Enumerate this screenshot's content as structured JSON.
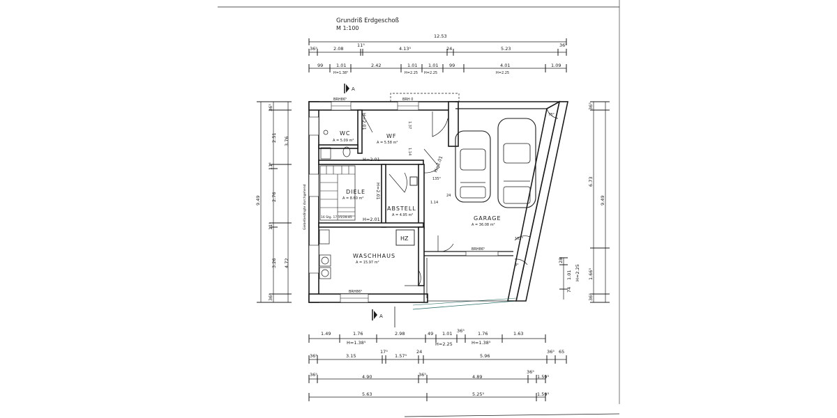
{
  "title": {
    "line1": "Grundriß Erdgeschoß",
    "line2": "M 1:100"
  },
  "rooms": {
    "wc": {
      "name": "WC",
      "area": "A = 5.09 m²"
    },
    "wf": {
      "name": "WF",
      "area": "A = 5.58 m²"
    },
    "diele": {
      "name": "DIELE",
      "area": "A = 8.60 m²"
    },
    "abstell": {
      "name": "ABSTELL",
      "area": "A = 4.95 m²"
    },
    "garage": {
      "name": "GARAGE",
      "area": "A = 36.08 m²"
    },
    "waschhaus": {
      "name": "WASCHHAUS",
      "area": "A = 15.97 m²"
    },
    "hz": {
      "name": "HZ"
    }
  },
  "labels": {
    "bal_top": "BRH86⁵",
    "bal_top_mid": "BRH 0",
    "bal_mid": "BRH86⁵",
    "bal_bottom": "BRH86⁵",
    "h201_wf": "H=2.01",
    "h201_diele": "H=2.01",
    "h201_door": "H=2.01",
    "h201_vert": "H=2.01",
    "h201_abstell": "H=2.01",
    "stair": "16 Stg. 17.15/28.85",
    "cut_a": "A",
    "angle_135": "135°",
    "angle_102": "102°",
    "angle_78": "78°",
    "angle_8": "8°",
    "m137": "1.37",
    "m114": "1.14",
    "m24": "24",
    "m114b": "1.14",
    "wall_note": "Giebelbedingte durchgehend"
  },
  "dims": {
    "top_total": "12.53",
    "top_row1": [
      "36⁵",
      "2.08",
      "11⁵",
      "4.13⁵",
      "24",
      "5.23",
      "36⁵"
    ],
    "top_row2": [
      "99",
      "1.01",
      "2.42",
      "1.01",
      "1.01",
      "99",
      "4.01",
      "1.09"
    ],
    "top_row2_sub": [
      "H=1.38⁵",
      "H=2.25",
      "H=2.25",
      "H=2.25"
    ],
    "left_outer": [
      "36⁵",
      "3.76",
      "11⁵",
      "9.49",
      "4.72",
      "11⁵",
      "36⁵"
    ],
    "left_inner": [
      "2.51",
      "2.76",
      "3.26"
    ],
    "right": [
      "36⁵",
      "6.73",
      "9.49",
      "28",
      "1.01",
      "74",
      "1.66⁵",
      "36⁵"
    ],
    "right_sub": "H=2.25",
    "bottom_row1": [
      "1.49",
      "1.76",
      "2.98",
      "49",
      "1.01",
      "36⁵",
      "1.76",
      "1.63"
    ],
    "bottom_row1_sub": [
      "H=1.38⁵",
      "H=2.25",
      "H=1.38⁵"
    ],
    "bottom_row2": [
      "36⁵",
      "3.15",
      "17⁵",
      "1.57⁵",
      "24",
      "5.96",
      "36⁵",
      "65"
    ],
    "bottom_row3": [
      "36⁵",
      "4.90",
      "36⁵",
      "4.89",
      "36⁵",
      "1.59⁵"
    ],
    "bottom_row4": [
      "5.63",
      "5.25⁵",
      "1.59⁵"
    ]
  }
}
